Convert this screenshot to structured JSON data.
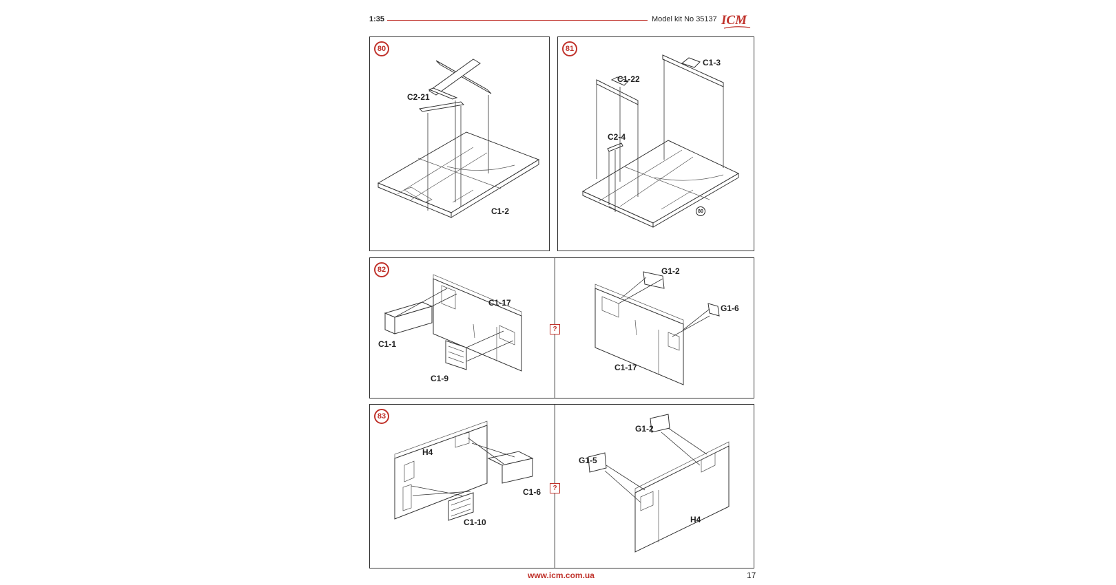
{
  "header": {
    "scale": "1:35",
    "kit": "Model kit No 35137",
    "logo": "ICM"
  },
  "footer": {
    "url": "www.icm.com.ua",
    "page": "17"
  },
  "step80": {
    "number": "80",
    "labels": {
      "c2_21": "C2-21",
      "c1_2": "C1-2"
    }
  },
  "step81": {
    "number": "81",
    "labels": {
      "c1_3": "C1-3",
      "c1_22": "C1-22",
      "c2_4": "C2-4"
    },
    "ref": "80"
  },
  "step82": {
    "number": "82",
    "labels": {
      "c1_17": "C1-17",
      "c1_1": "C1-1",
      "c1_9": "C1-9"
    }
  },
  "step82b": {
    "labels": {
      "g1_2": "G1-2",
      "g1_6": "G1-6",
      "c1_17": "C1-17"
    },
    "hint": "?"
  },
  "step83": {
    "number": "83",
    "labels": {
      "h4": "H4",
      "c1_6": "C1-6",
      "c1_10": "C1-10"
    }
  },
  "step83b": {
    "labels": {
      "g1_2": "G1-2",
      "g1_5": "G1-5",
      "h4": "H4"
    },
    "hint": "?"
  },
  "colors": {
    "accent": "#c0322b",
    "line": "#333333"
  }
}
